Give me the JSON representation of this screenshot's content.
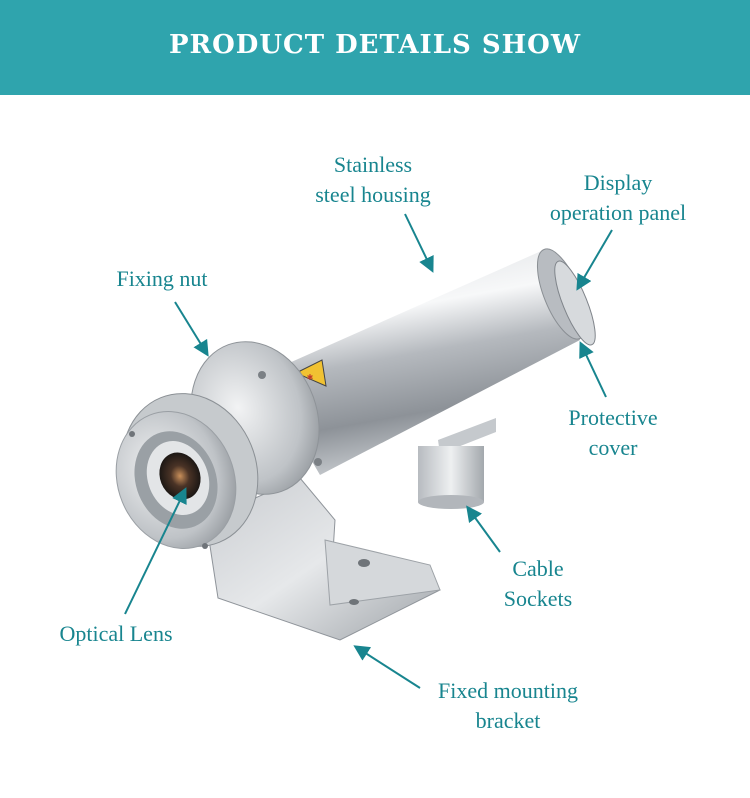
{
  "header": {
    "title": "PRODUCT DETAILS SHOW"
  },
  "colors": {
    "banner": "#2fa4ad",
    "label": "#18858f",
    "arrow": "#18858f"
  },
  "labels": {
    "housing": [
      "Stainless",
      "steel housing"
    ],
    "display": [
      "Display",
      "operation panel"
    ],
    "nut": "Fixing nut",
    "cover": [
      "Protective",
      "cover"
    ],
    "cable": [
      "Cable",
      "Sockets"
    ],
    "lens": "Optical Lens",
    "bracket": [
      "Fixed mounting",
      "bracket"
    ]
  }
}
